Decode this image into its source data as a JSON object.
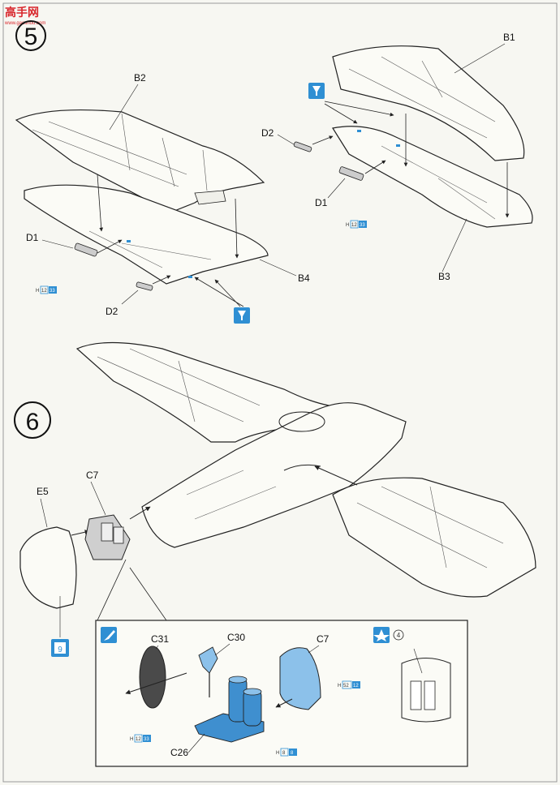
{
  "watermark": {
    "text": "高手网",
    "url": "www.gaoshou.com"
  },
  "step5": {
    "number": "5"
  },
  "step6": {
    "number": "6"
  },
  "labels": {
    "B1": "B1",
    "B2": "B2",
    "B3": "B3",
    "B4": "B4",
    "D1_left": "D1",
    "D2_left": "D2",
    "D1_right": "D1",
    "D2_right": "D2",
    "C7": "C7",
    "E5": "E5",
    "C31": "C31",
    "C30": "C30",
    "C26": "C26",
    "C7_detail": "C7"
  },
  "color_refs": {
    "h12_33_left": {
      "prefix": "H",
      "a": "12",
      "b": "33"
    },
    "h12_33_right": {
      "prefix": "H",
      "a": "12",
      "b": "33"
    },
    "h12_33_detail": {
      "prefix": "H",
      "a": "12",
      "b": "33"
    },
    "h52_12": {
      "prefix": "H",
      "a": "52",
      "b": "12"
    },
    "h8_8": {
      "prefix": "H",
      "a": "8",
      "b": "8"
    }
  },
  "decal": {
    "number": "9"
  },
  "detail_number": "4",
  "colors": {
    "accent_blue": "#2f8fd3",
    "part_blue": "#8cc1ea",
    "part_blue_dark": "#3f8fcf",
    "dark_disc": "#4a4a4a",
    "line": "#222222",
    "paper": "#f7f7f2",
    "watermark_red": "#d8262b"
  },
  "icons": {
    "step5_glue": "cement-drop-icon",
    "step5_glue_bottom": "cement-drop-icon",
    "detail_paint": "paint-brush-icon",
    "detail_star": "star-icon",
    "decal": "decal-icon"
  }
}
